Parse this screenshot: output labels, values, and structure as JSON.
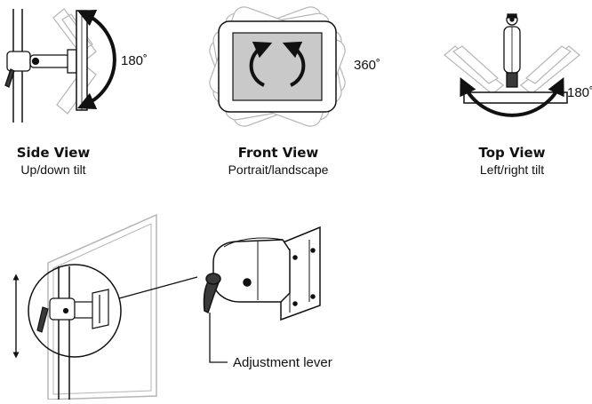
{
  "side_view": {
    "title": "Side View",
    "subtitle": "Up/down tilt",
    "angle_label": "180˚"
  },
  "front_view": {
    "title": "Front View",
    "subtitle": "Portrait/landscape",
    "angle_label": "360˚"
  },
  "top_view": {
    "title": "Top View",
    "subtitle": "Left/right tilt",
    "angle_label": "180˚"
  },
  "detail": {
    "callout_label": "Adjustment lever"
  },
  "colors": {
    "ink": "#111111",
    "screen_fill": "#c9c9c9",
    "ghost": "#b5b5b5",
    "mount_dark": "#3a3a3a"
  }
}
